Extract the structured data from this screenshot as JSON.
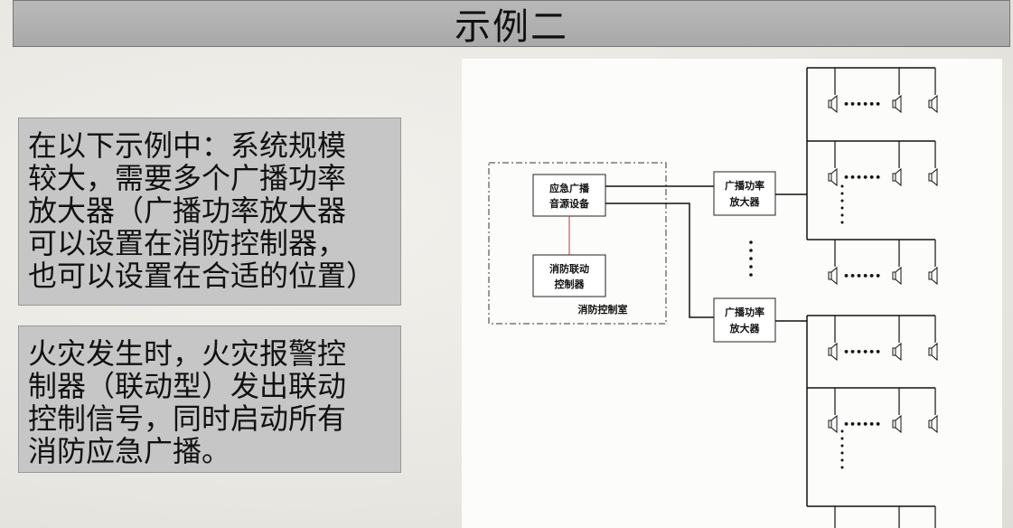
{
  "title": "示例二",
  "paragraph1": [
    "在以下示例中：系统规模",
    "较大，需要多个广播功率",
    "放大器（广播功率放大器",
    "可以设置在消防控制器，",
    "也可以设置在合适的位置）"
  ],
  "paragraph2": [
    "火灾发生时，火灾报警控",
    "制器（联动型）发出联动",
    "控制信号，同时启动所有",
    "消防应急广播。"
  ],
  "diagram": {
    "source_line1": "应急广播",
    "source_line2": "音源设备",
    "controller_line1": "消防联动",
    "controller_line2": "控制器",
    "room_label": "消防控制室",
    "amp_line1": "广播功率",
    "amp_line2": "放大器",
    "dots": "••••••"
  }
}
